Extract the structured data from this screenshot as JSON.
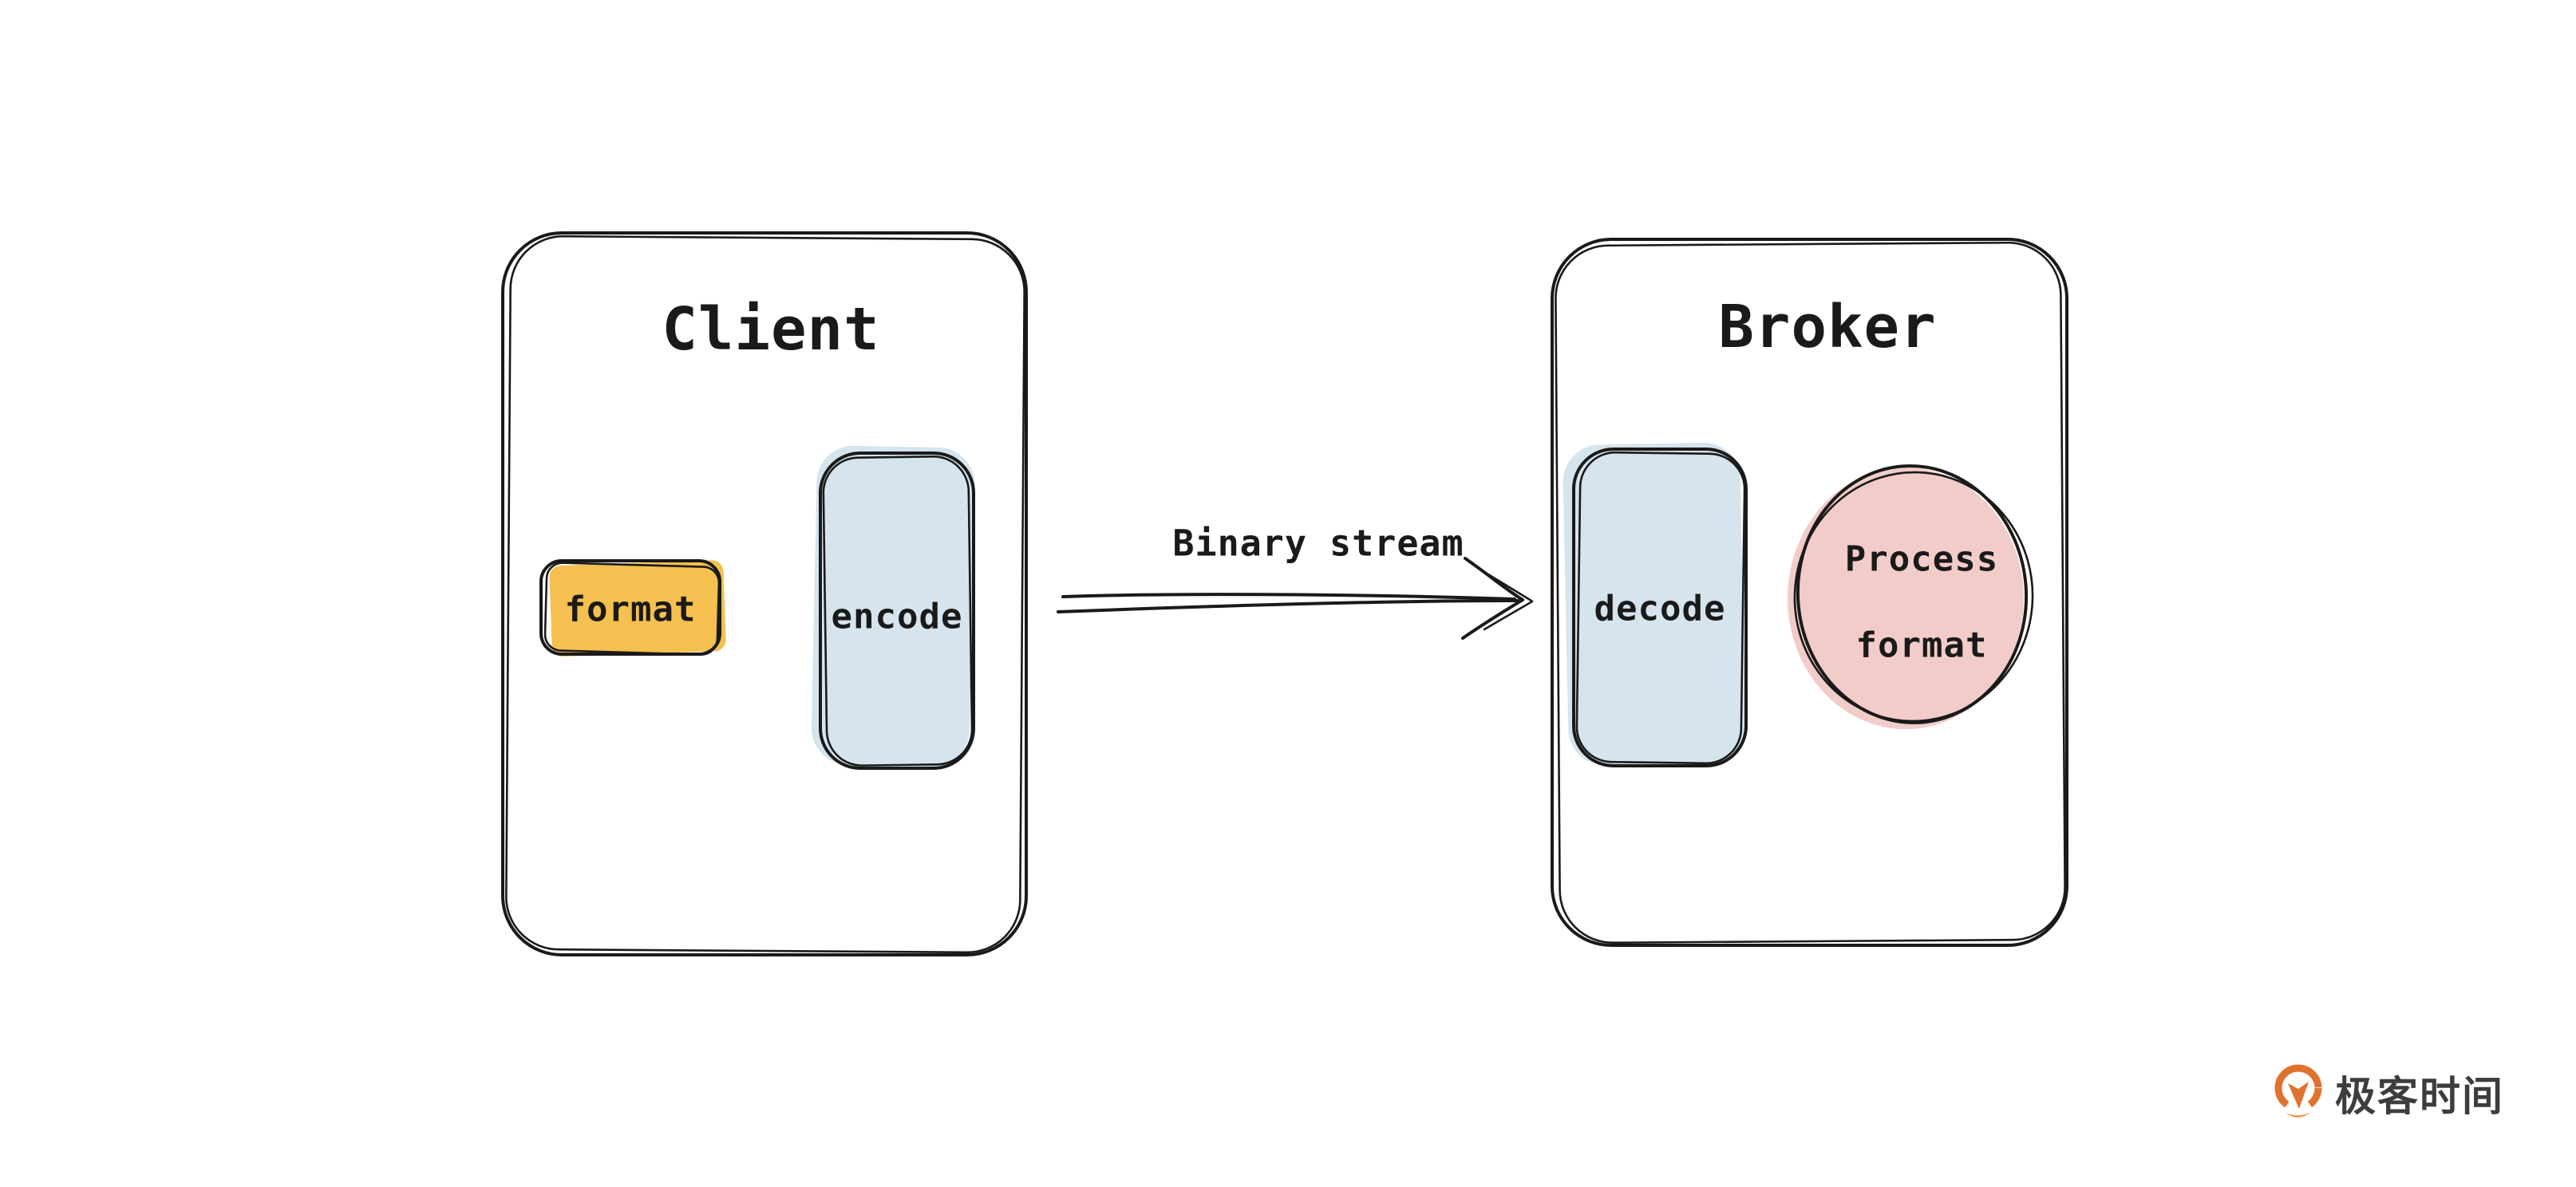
{
  "colors": {
    "ink": "#1a1a1a",
    "yellow": "#f5c04f",
    "blue": "#d5e4ed",
    "pink": "#f2ccc9",
    "logo-orange": "#e0722f",
    "logo-orange-light": "#ef8f4b",
    "logo-text": "#3d3d3d"
  },
  "diagram": {
    "client": {
      "title": "Client",
      "format_label": "format",
      "encode_label": "encode"
    },
    "arrow": {
      "label": "Binary stream"
    },
    "broker": {
      "title": "Broker",
      "decode_label": "decode",
      "process_label_line1": "Process",
      "process_label_line2": "format"
    }
  },
  "footer": {
    "brand_text": "极客时间"
  }
}
